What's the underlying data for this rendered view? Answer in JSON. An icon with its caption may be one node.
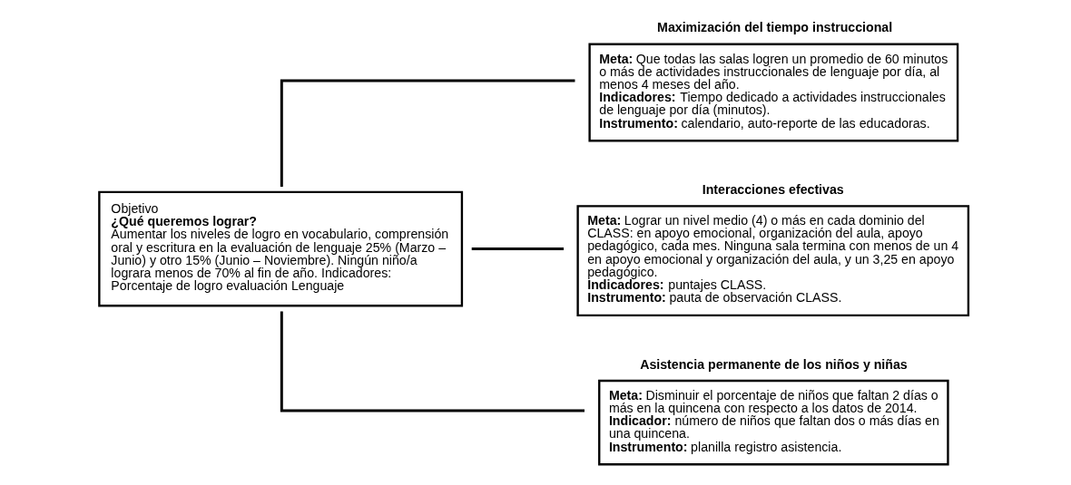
{
  "diagram": {
    "nodes": [
      {
        "text": [
          "Objetivo",
          "¿Qué queremos lograr?",
          "Aumentar los niveles de logro en vocabulario, comprensión oral y escritura en la evaluación de lenguaje 25% (Marzo – Junio) y otro 15% (Junio – Noviembre). Ningún niño/a lograra menos de 70% al fin de año. Indicadores: Porcentaje de logro evaluación Lenguaje"
        ]
      },
      {
        "text": [
          "Maximización del tiempo instruccional",
          "**Meta:** Que todas las salas logren un promedio de 60 minutos o más de actividades instruccionales de lenguaje por día, al menos 4 meses del año.",
          "**Indicadores:** Tiempo dedicado a actividades instruccionales de lenguaje por día (minutos).",
          "**Instrumento:** calendario, auto-reporte de las educadoras."
        ]
      },
      {
        "text": [
          "Interacciones efectivas",
          "**Meta:** Lograr un nivel medio (4) o más en cada dominio del CLASS: en apoyo emocional, organización del aula, apoyo pedagógico, cada mes. Ninguna sala termina con menos de un 4 en apoyo emocional y organización del aula, y un 3,25 en apoyo pedagógico.",
          "**Indicadores:** puntajes CLASS.",
          "**Instrumento:** pauta de observación CLASS."
        ]
      },
      {
        "text": [
          "Asistencia permanente de los niños y niñas",
          "**Meta:** Disminuir el porcentaje de niños que faltan 2 días o más en la quincena con respecto a los datos de 2014.",
          "**Indicador:** número de niños que faltan dos o más días en una quincena.",
          "**Instrumento:** planilla registro asistencia."
        ]
      }
    ],
    "edges": [
      {
        "from": 0,
        "to": 1,
        "arrow": "none"
      },
      {
        "from": 0,
        "to": 2,
        "arrow": "none"
      },
      {
        "from": 0,
        "to": 3,
        "arrow": "none"
      }
    ]
  }
}
